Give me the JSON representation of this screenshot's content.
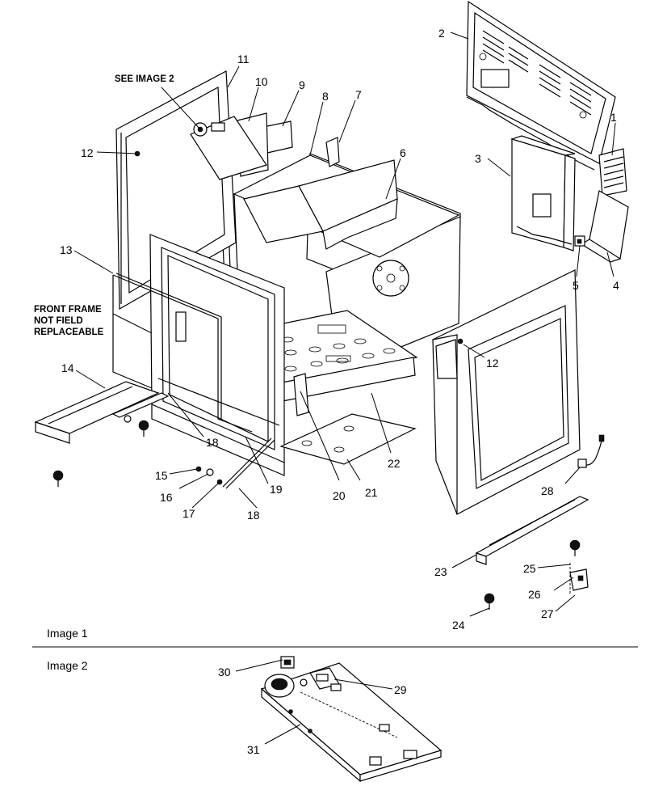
{
  "diagram": {
    "callouts": [
      "1",
      "2",
      "3",
      "4",
      "5",
      "6",
      "7",
      "8",
      "9",
      "10",
      "11",
      "12",
      "12",
      "13",
      "14",
      "15",
      "16",
      "17",
      "18",
      "18",
      "19",
      "20",
      "21",
      "22",
      "23",
      "24",
      "25",
      "26",
      "27",
      "28",
      "29",
      "30",
      "31"
    ],
    "notes": {
      "see_image_2": "SEE IMAGE 2",
      "front_frame_line1": "FRONT FRAME",
      "front_frame_line2": "NOT FIELD",
      "front_frame_line3": "REPLACEABLE"
    },
    "captions": {
      "image1": "Image 1",
      "image2": "Image 2"
    }
  }
}
